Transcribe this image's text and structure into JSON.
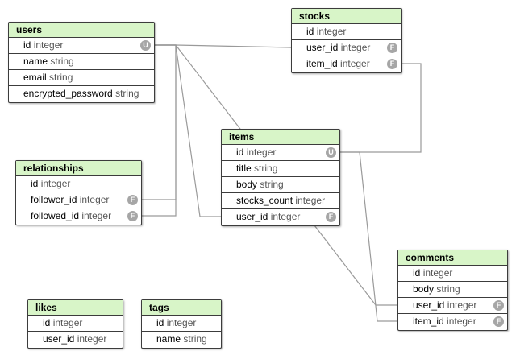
{
  "entities": [
    {
      "id": "users",
      "title": "users",
      "attributes": [
        {
          "name": "id",
          "type": "integer",
          "badge": "U"
        },
        {
          "name": "name",
          "type": "string",
          "badge": ""
        },
        {
          "name": "email",
          "type": "string",
          "badge": ""
        },
        {
          "name": "encrypted_password",
          "type": "string",
          "badge": ""
        }
      ]
    },
    {
      "id": "stocks",
      "title": "stocks",
      "attributes": [
        {
          "name": "id",
          "type": "integer",
          "badge": ""
        },
        {
          "name": "user_id",
          "type": "integer",
          "badge": "F"
        },
        {
          "name": "item_id",
          "type": "integer",
          "badge": "F"
        }
      ]
    },
    {
      "id": "relationships",
      "title": "relationships",
      "attributes": [
        {
          "name": "id",
          "type": "integer",
          "badge": ""
        },
        {
          "name": "follower_id",
          "type": "integer",
          "badge": "F"
        },
        {
          "name": "followed_id",
          "type": "integer",
          "badge": "F"
        }
      ]
    },
    {
      "id": "items",
      "title": "items",
      "attributes": [
        {
          "name": "id",
          "type": "integer",
          "badge": "U"
        },
        {
          "name": "title",
          "type": "string",
          "badge": ""
        },
        {
          "name": "body",
          "type": "string",
          "badge": ""
        },
        {
          "name": "stocks_count",
          "type": "integer",
          "badge": ""
        },
        {
          "name": "user_id",
          "type": "integer",
          "badge": "F"
        }
      ]
    },
    {
      "id": "comments",
      "title": "comments",
      "attributes": [
        {
          "name": "id",
          "type": "integer",
          "badge": ""
        },
        {
          "name": "body",
          "type": "string",
          "badge": ""
        },
        {
          "name": "user_id",
          "type": "integer",
          "badge": "F"
        },
        {
          "name": "item_id",
          "type": "integer",
          "badge": "F"
        }
      ]
    },
    {
      "id": "likes",
      "title": "likes",
      "attributes": [
        {
          "name": "id",
          "type": "integer",
          "badge": ""
        },
        {
          "name": "user_id",
          "type": "integer",
          "badge": ""
        }
      ]
    },
    {
      "id": "tags",
      "title": "tags",
      "attributes": [
        {
          "name": "id",
          "type": "integer",
          "badge": ""
        },
        {
          "name": "name",
          "type": "string",
          "badge": ""
        }
      ]
    }
  ],
  "relations": [
    {
      "from": "relationships.follower_id",
      "to": "users.id"
    },
    {
      "from": "relationships.followed_id",
      "to": "users.id"
    },
    {
      "from": "stocks.user_id",
      "to": "users.id"
    },
    {
      "from": "items.user_id",
      "to": "users.id"
    },
    {
      "from": "comments.user_id",
      "to": "users.id"
    },
    {
      "from": "stocks.item_id",
      "to": "items.id"
    },
    {
      "from": "comments.item_id",
      "to": "items.id"
    }
  ],
  "colors": {
    "header": "#d8f5c8",
    "border": "#3c3c3c",
    "edge": "#9a9a9a",
    "badge": "#a6a6a6"
  }
}
